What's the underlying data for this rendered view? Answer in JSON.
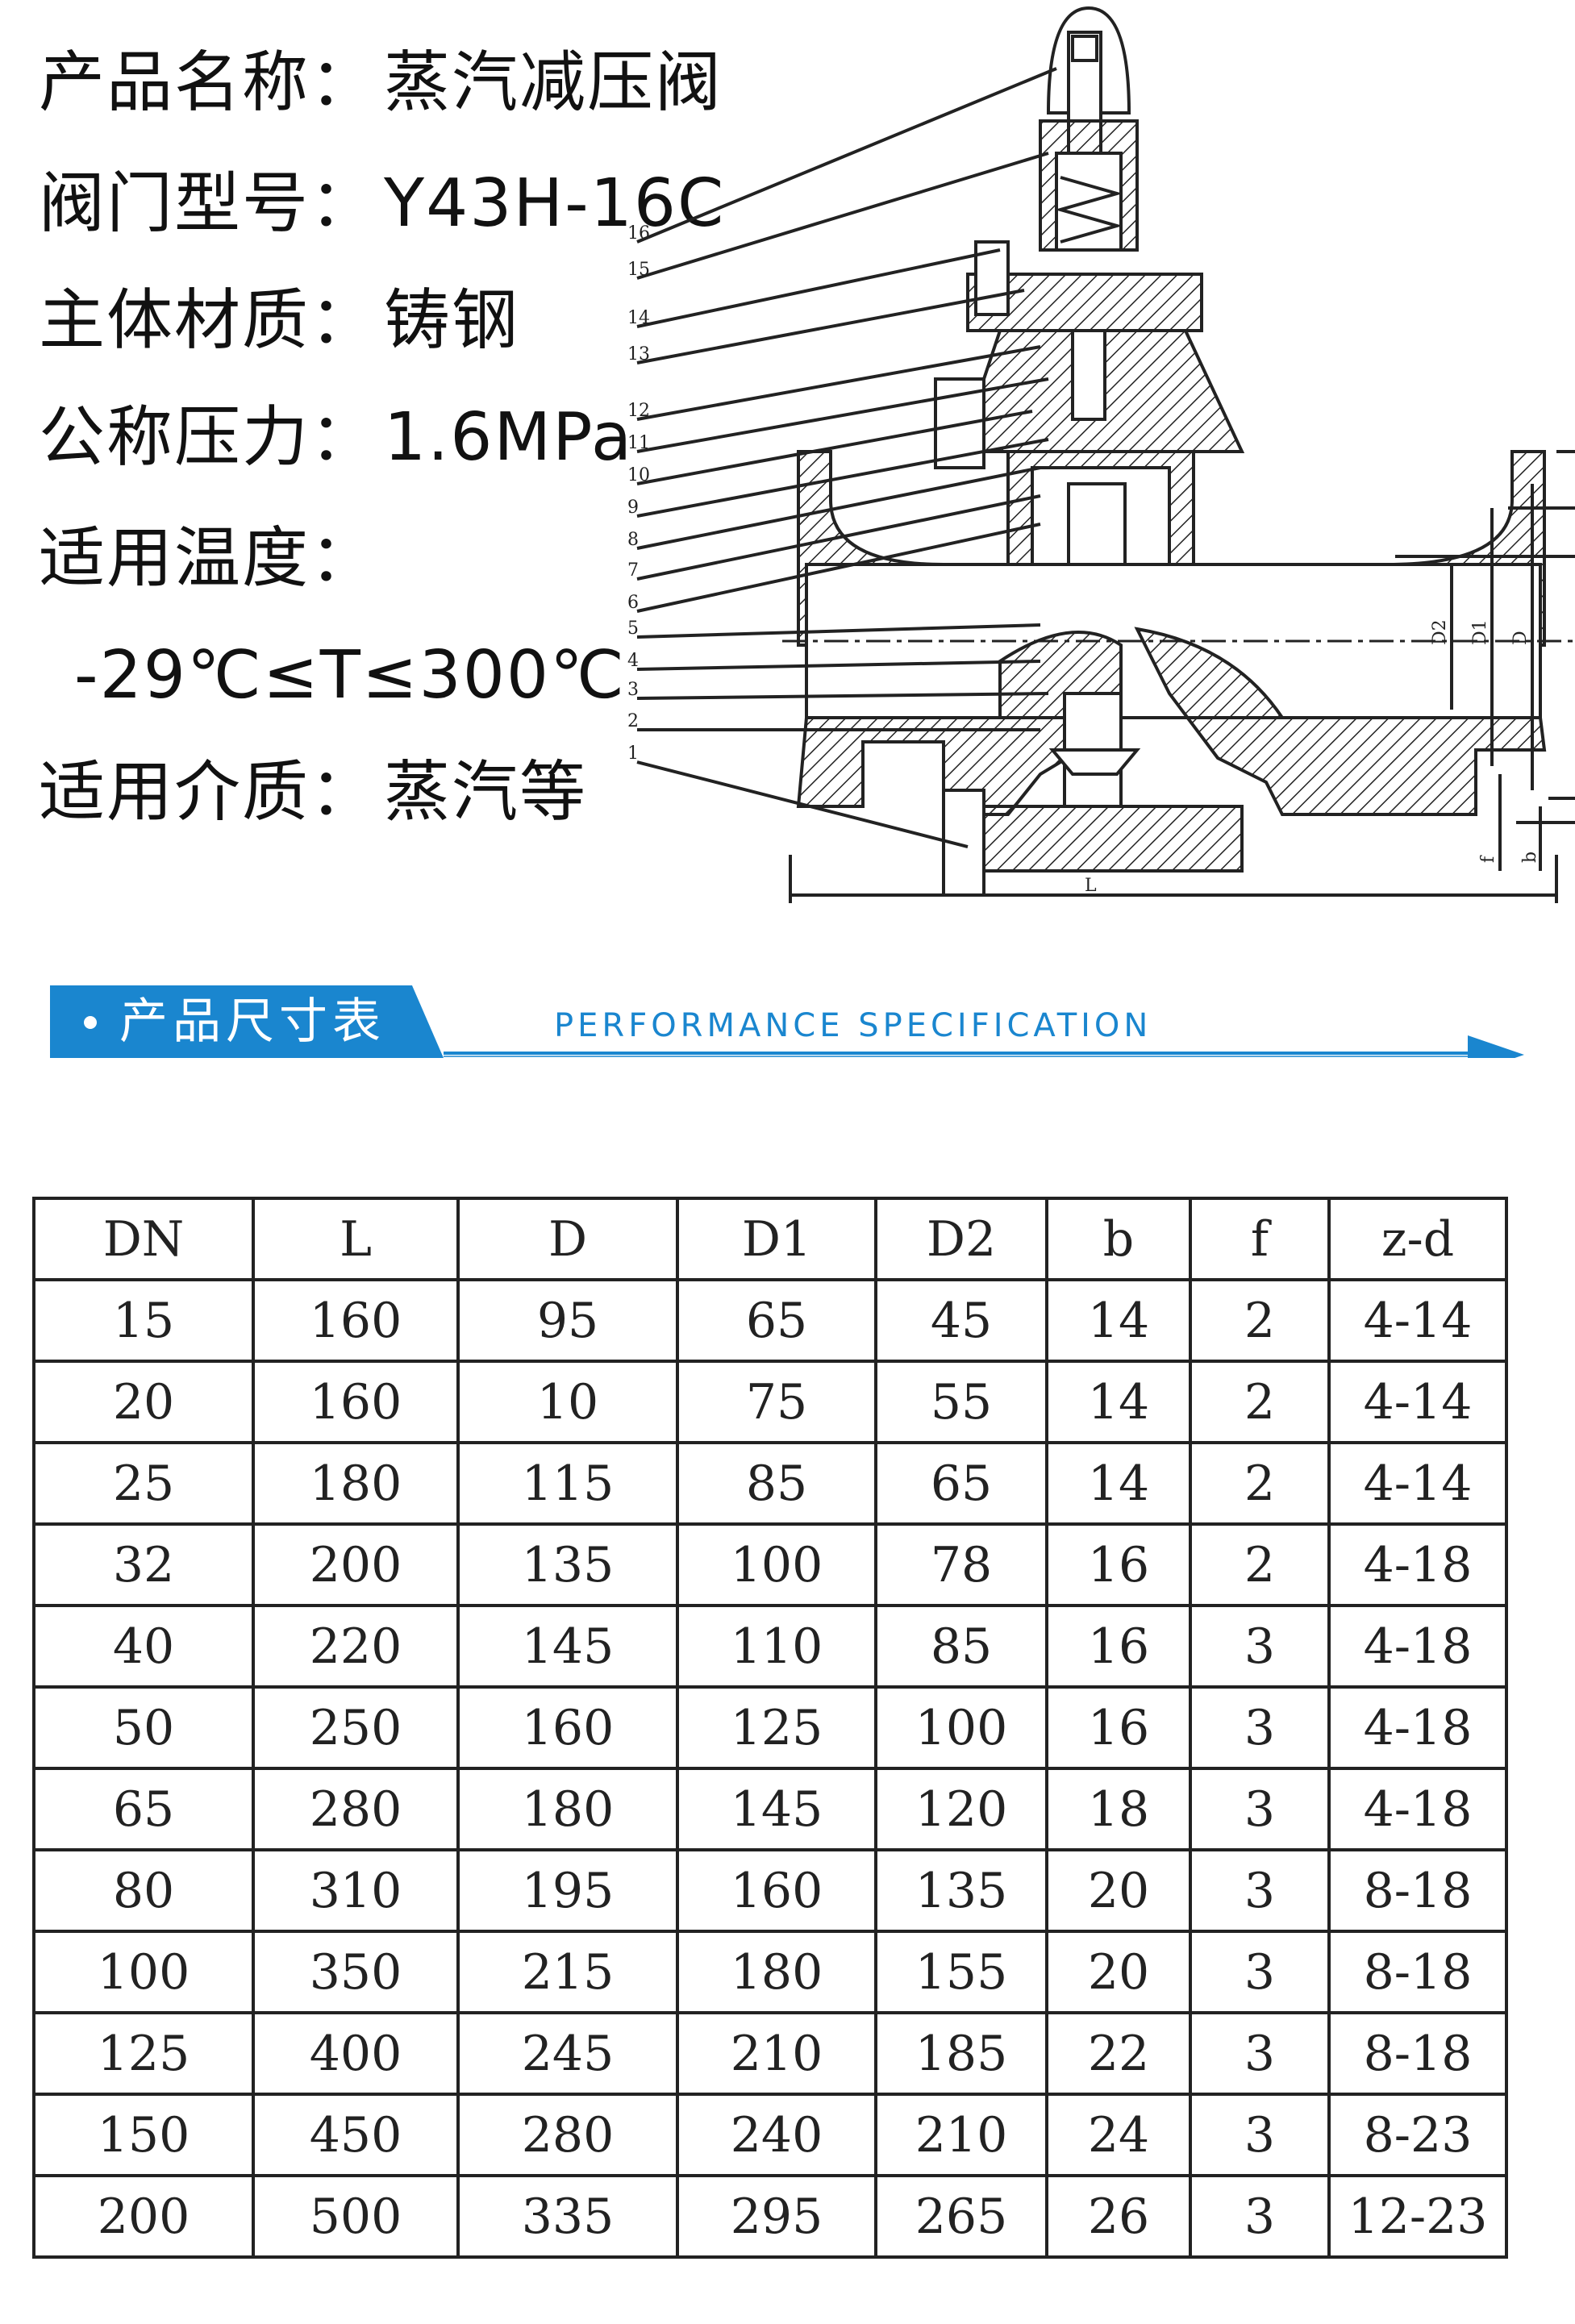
{
  "specs": [
    {
      "label": "产品名称：",
      "value": "蒸汽减压阀"
    },
    {
      "label": "阀门型号：",
      "value": "Y43H-16C"
    },
    {
      "label": "主体材质：",
      "value": "铸钢"
    },
    {
      "label": "公称压力：",
      "value": "1.6MPa"
    },
    {
      "label": "适用温度：",
      "value": ""
    },
    {
      "label": "",
      "value": "-29℃≤T≤300℃"
    },
    {
      "label": "适用介质：",
      "value": "蒸汽等"
    }
  ],
  "drawing": {
    "part_numbers": [
      "16",
      "15",
      "14",
      "13",
      "12",
      "11",
      "10",
      "9",
      "8",
      "7",
      "6",
      "5",
      "4",
      "3",
      "2",
      "1"
    ],
    "dimension_labels": {
      "length": "L",
      "d2": "D2",
      "d1": "D1",
      "d": "D",
      "f": "f",
      "b": "b"
    }
  },
  "banner": {
    "title": "产品尺寸表",
    "subtitle": "PERFORMANCE SPECIFICATION",
    "color": "#1a86cf"
  },
  "table": {
    "headers": [
      "DN",
      "L",
      "D",
      "D1",
      "D2",
      "b",
      "f",
      "z-d"
    ],
    "rows": [
      [
        "15",
        "160",
        "95",
        "65",
        "45",
        "14",
        "2",
        "4-14"
      ],
      [
        "20",
        "160",
        "10",
        "75",
        "55",
        "14",
        "2",
        "4-14"
      ],
      [
        "25",
        "180",
        "115",
        "85",
        "65",
        "14",
        "2",
        "4-14"
      ],
      [
        "32",
        "200",
        "135",
        "100",
        "78",
        "16",
        "2",
        "4-18"
      ],
      [
        "40",
        "220",
        "145",
        "110",
        "85",
        "16",
        "3",
        "4-18"
      ],
      [
        "50",
        "250",
        "160",
        "125",
        "100",
        "16",
        "3",
        "4-18"
      ],
      [
        "65",
        "280",
        "180",
        "145",
        "120",
        "18",
        "3",
        "4-18"
      ],
      [
        "80",
        "310",
        "195",
        "160",
        "135",
        "20",
        "3",
        "8-18"
      ],
      [
        "100",
        "350",
        "215",
        "180",
        "155",
        "20",
        "3",
        "8-18"
      ],
      [
        "125",
        "400",
        "245",
        "210",
        "185",
        "22",
        "3",
        "8-18"
      ],
      [
        "150",
        "450",
        "280",
        "240",
        "210",
        "24",
        "3",
        "8-23"
      ],
      [
        "200",
        "500",
        "335",
        "295",
        "265",
        "26",
        "3",
        "12-23"
      ]
    ]
  }
}
